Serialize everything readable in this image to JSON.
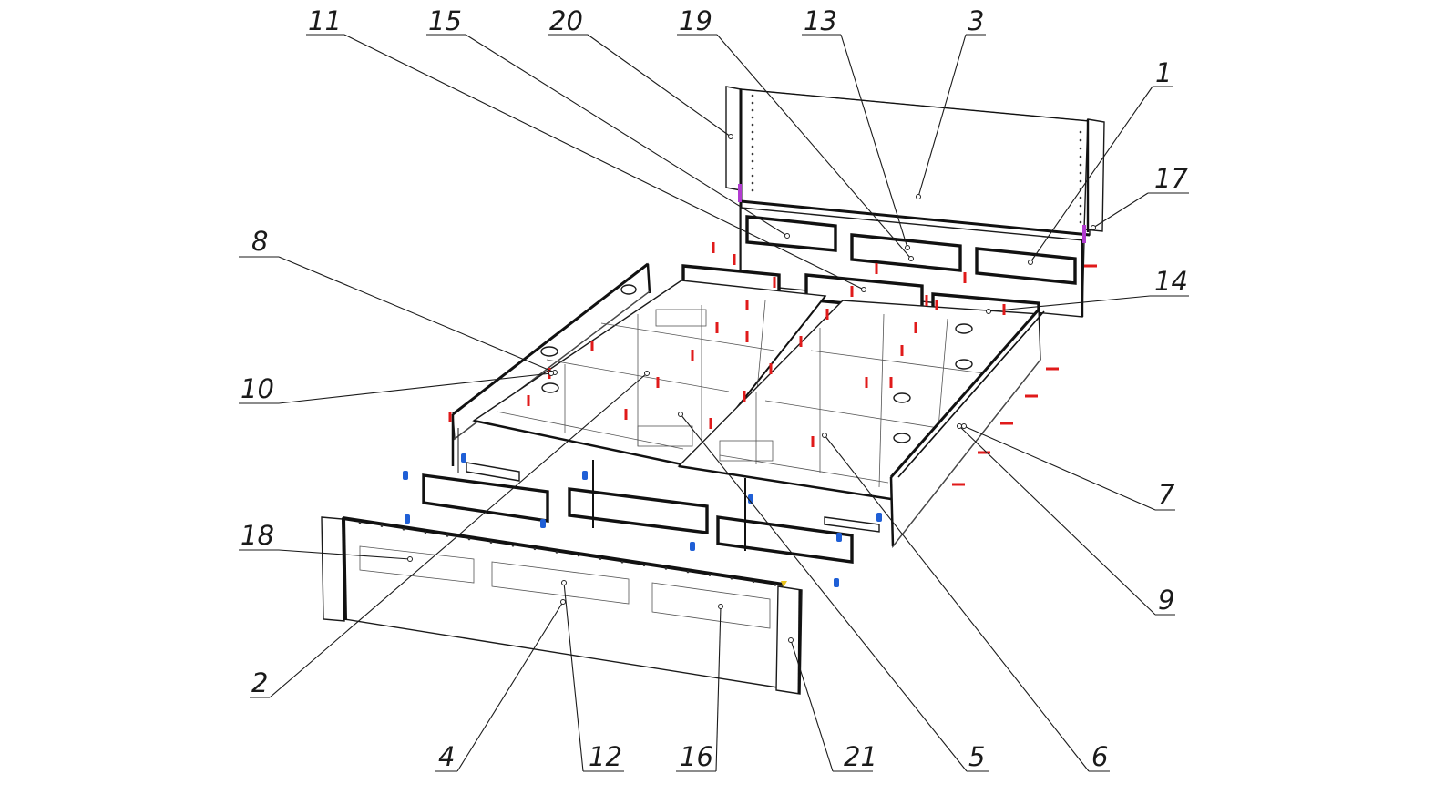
{
  "colors": {
    "line": "#1a1a1a",
    "red_fastener": "#e01a1a",
    "blue_fastener": "#1f5fd6",
    "purple_fastener": "#b13bd0",
    "yellow_marker": "#e8c21a"
  },
  "callouts": [
    "1",
    "2",
    "3",
    "4",
    "5",
    "6",
    "7",
    "8",
    "9",
    "10",
    "11",
    "12",
    "13",
    "14",
    "15",
    "16",
    "17",
    "18",
    "19",
    "20",
    "21"
  ]
}
